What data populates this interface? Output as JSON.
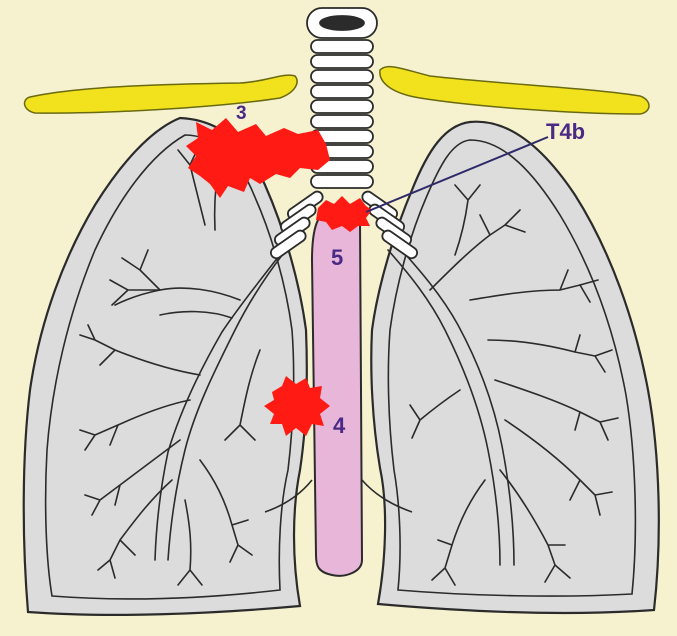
{
  "labels": {
    "station_3": "3",
    "station_4": "4",
    "station_5": "5",
    "stage": "T4b"
  },
  "colors": {
    "background": "#f6f1cf",
    "lung_fill": "#dcdcdc",
    "outline": "#2b2b2b",
    "clavicle": "#f2e21e",
    "esophagus": "#e8b6d8",
    "tumor": "#ff1a14",
    "label": "#4a2a86"
  }
}
